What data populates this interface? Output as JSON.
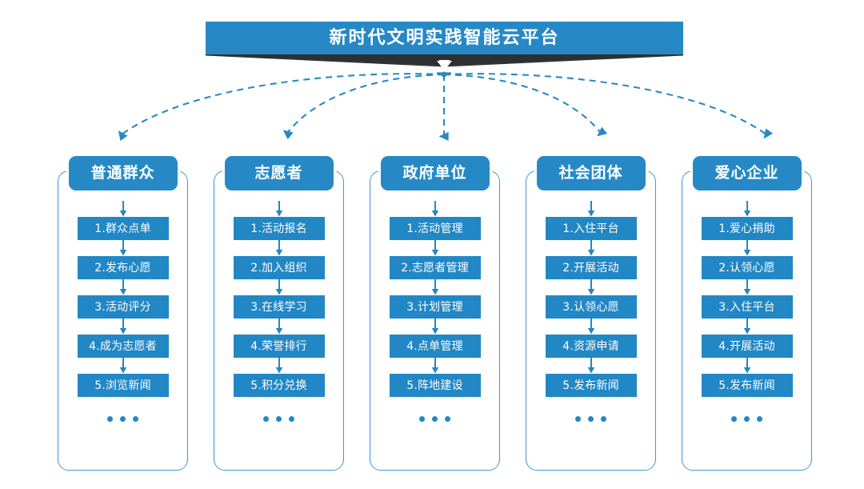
{
  "theme": {
    "primary_blue": "#2689C6",
    "item_blue": "#2287C5",
    "frame_blue": "#3C9AD3",
    "ribbon_dark": "#333333",
    "background": "#FFFFFF"
  },
  "header": {
    "title": "新时代文明实践智能云平台"
  },
  "diagram": {
    "type": "hub-and-spoke flow chart",
    "connector_style": "dashed curved arrows",
    "ellipsis_label": "...",
    "columns": [
      {
        "id": "ordinary-public",
        "title": "普通群众",
        "items": [
          "1.群众点单",
          "2.发布心愿",
          "3.活动评分",
          "4.成为志愿者",
          "5.浏览新闻"
        ],
        "more": "..."
      },
      {
        "id": "volunteer",
        "title": "志愿者",
        "items": [
          "1.活动报名",
          "2.加入组织",
          "3.在线学习",
          "4.荣誉排行",
          "5.积分兑换"
        ],
        "more": "..."
      },
      {
        "id": "government-unit",
        "title": "政府单位",
        "items": [
          "1.活动管理",
          "2.志愿者管理",
          "3.计划管理",
          "4.点单管理",
          "5.阵地建设"
        ],
        "more": "..."
      },
      {
        "id": "social-group",
        "title": "社会团体",
        "items": [
          "1.入住平台",
          "2.开展活动",
          "3.认领心愿",
          "4.资源申请",
          "5.发布新闻"
        ],
        "more": "..."
      },
      {
        "id": "charity-enterprise",
        "title": "爱心企业",
        "items": [
          "1.爱心捐助",
          "2.认领心愿",
          "3.入住平台",
          "4.开展活动",
          "5.发布新闻"
        ],
        "more": "..."
      }
    ]
  }
}
